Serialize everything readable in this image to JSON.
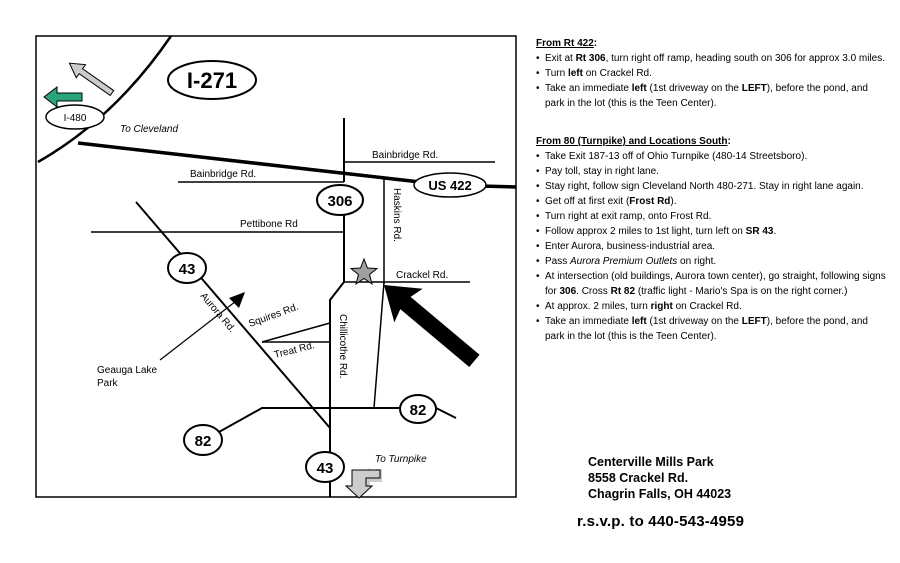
{
  "map": {
    "highways": {
      "i271": "I-271",
      "i480": "I-480",
      "us422": "US 422"
    },
    "shields": {
      "sr306": "306",
      "sr43_north": "43",
      "sr43_south": "43",
      "sr82_east": "82",
      "sr82_west": "82"
    },
    "roads": {
      "bainbridge_east": "Bainbridge Rd.",
      "bainbridge_west": "Bainbridge Rd.",
      "haskins": "Haskins Rd.",
      "pettibone": "Pettibone Rd",
      "crackel": "Crackel Rd.",
      "squires": "Squires Rd.",
      "aurora": "Aurora Rd.",
      "treat": "Treat Rd.",
      "chillicothe": "Chillicothe Rd."
    },
    "places": {
      "to_cleveland": "To Cleveland",
      "geauga_lake": "Geauga Lake",
      "geauga_park": "Park",
      "to_turnpike": "To Turnpike"
    },
    "colors": {
      "i480_arrow": "#2aa57a",
      "gray_arrows": "#cccccc",
      "star": "#a0a0a0"
    },
    "icons": [
      "star-icon",
      "destination-arrow-icon",
      "arrow-left-icon",
      "arrow-up-left-icon",
      "arrow-up-right-icon",
      "arrow-down-icon"
    ]
  },
  "directions": {
    "rt422": {
      "title": "From Rt 422",
      "title_suffix": ":",
      "steps": [
        [
          {
            "t": "Exit at "
          },
          {
            "t": "Rt 306",
            "b": true
          },
          {
            "t": ", turn right off ramp, heading south on 306 for approx 3.0 miles."
          }
        ],
        [
          {
            "t": "Turn "
          },
          {
            "t": "left",
            "b": true
          },
          {
            "t": " on Crackel Rd."
          }
        ],
        [
          {
            "t": "Take an immediate "
          },
          {
            "t": "left",
            "b": true
          },
          {
            "t": " (1st driveway on the "
          },
          {
            "t": "LEFT",
            "b": true
          },
          {
            "t": "), before the pond, and park in the lot (this is the Teen Center)."
          }
        ]
      ]
    },
    "south": {
      "title": "From 80 (Turnpike) and Locations South",
      "title_suffix": ":",
      "steps": [
        [
          {
            "t": "Take Exit 187-13 off of Ohio Turnpike (480-14 Streetsboro)."
          }
        ],
        [
          {
            "t": "Pay toll, stay in right lane."
          }
        ],
        [
          {
            "t": "Stay right, follow sign Cleveland North 480-271. Stay in right lane again."
          }
        ],
        [
          {
            "t": "Get off at first exit ("
          },
          {
            "t": "Frost Rd",
            "b": true
          },
          {
            "t": ")."
          }
        ],
        [
          {
            "t": "Turn right at exit ramp, onto Frost Rd."
          }
        ],
        [
          {
            "t": "Follow approx 2 miles to 1st light, turn left on "
          },
          {
            "t": "SR 43",
            "b": true
          },
          {
            "t": "."
          }
        ],
        [
          {
            "t": "Enter Aurora, business-industrial area."
          }
        ],
        [
          {
            "t": "Pass "
          },
          {
            "t": "Aurora Premium Outlets",
            "i": true
          },
          {
            "t": " on right."
          }
        ],
        [
          {
            "t": "At intersection (old buildings, Aurora town center), go straight, following signs for "
          },
          {
            "t": "306",
            "b": true
          },
          {
            "t": ". Cross "
          },
          {
            "t": "Rt 82",
            "b": true
          },
          {
            "t": " (traffic light - Mario's Spa is on the right corner.)"
          }
        ],
        [
          {
            "t": "At approx. 2 miles, turn "
          },
          {
            "t": "right",
            "b": true
          },
          {
            "t": " on Crackel Rd."
          }
        ],
        [
          {
            "t": "Take an immediate "
          },
          {
            "t": "left",
            "b": true
          },
          {
            "t": " (1st driveway on the "
          },
          {
            "t": "LEFT",
            "b": true
          },
          {
            "t": "), before the pond, and park in the lot (this is the Teen Center)."
          }
        ]
      ]
    }
  },
  "address": {
    "name": "Centerville Mills Park",
    "street": "8558 Crackel Rd.",
    "city": "Chagrin Falls, OH 44023"
  },
  "rsvp": "r.s.v.p. to 440-543-4959"
}
